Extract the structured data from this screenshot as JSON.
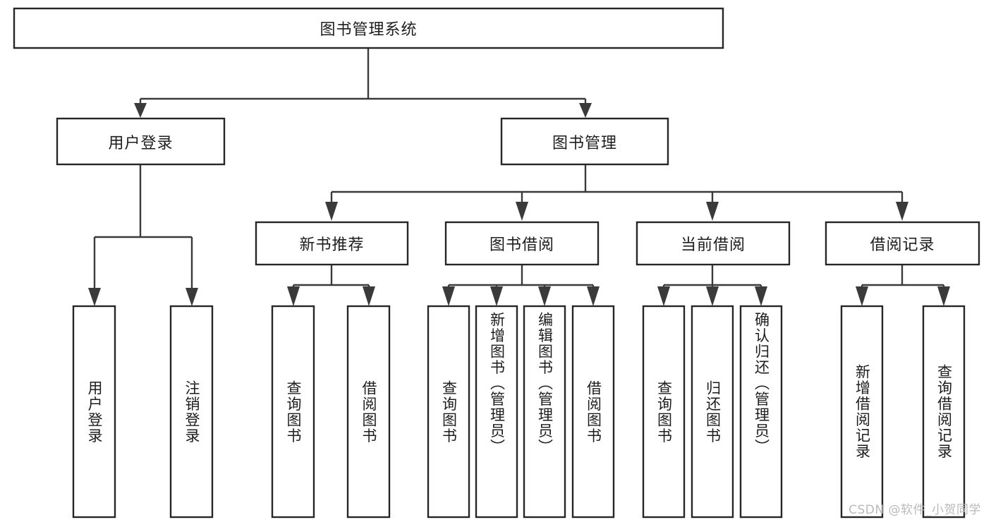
{
  "diagram": {
    "type": "tree-hierarchy",
    "title": "图书管理系统",
    "orientation": "top-down",
    "colors": {
      "box_stroke": "#262626",
      "box_fill": "#ffffff",
      "connector": "#3a3a3a",
      "text": "#1d1d1d",
      "background": "#ffffff",
      "watermark": "#b9b9b9"
    },
    "root": {
      "label": "图书管理系统"
    },
    "level1": [
      {
        "label": "用户登录"
      },
      {
        "label": "图书管理"
      }
    ],
    "level2": [
      {
        "label": "新书推荐"
      },
      {
        "label": "图书借阅"
      },
      {
        "label": "当前借阅"
      },
      {
        "label": "借阅记录"
      }
    ],
    "leaves": {
      "user_login": [
        {
          "label": "用户登录"
        },
        {
          "label": "注销登录"
        }
      ],
      "new_book_recommend": [
        {
          "label": "查询图书"
        },
        {
          "label": "借阅图书"
        }
      ],
      "book_borrow": [
        {
          "label": "查询图书"
        },
        {
          "label": "新增图书（管理员）"
        },
        {
          "label": "编辑图书（管理员）"
        },
        {
          "label": "借阅图书"
        }
      ],
      "current_borrow": [
        {
          "label": "查询图书"
        },
        {
          "label": "归还图书"
        },
        {
          "label": "确认归还（管理员）"
        }
      ],
      "borrow_record": [
        {
          "label": "新增借阅记录"
        },
        {
          "label": "查询借阅记录"
        }
      ]
    },
    "watermark": "CSDN @软件_小贺同学"
  }
}
